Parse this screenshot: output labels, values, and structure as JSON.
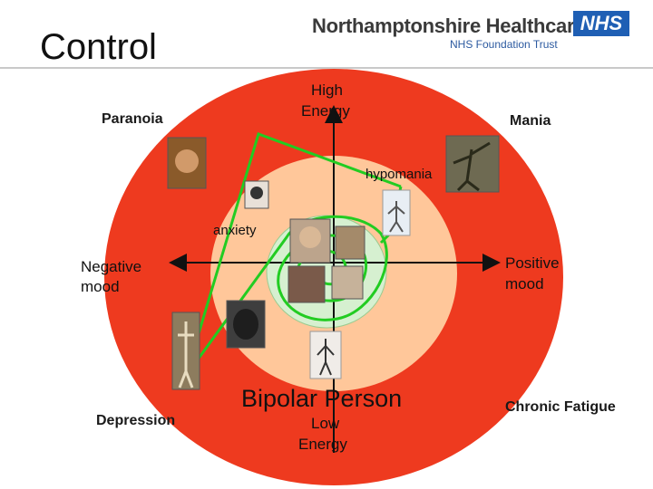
{
  "slide": {
    "title": "Control"
  },
  "header": {
    "org_name": "Northamptonshire Healthcare",
    "org_sub": "NHS Foundation Trust",
    "logo_text": "NHS"
  },
  "colors": {
    "outer_ring": "#ee3a1f",
    "middle_ring": "#ffc79a",
    "inner_circle": "#d6f0d0",
    "path": "#22cc22",
    "axis": "#111111"
  },
  "labels": {
    "high_energy_1": "High",
    "high_energy_2": "Energy",
    "low_energy_1": "Low",
    "low_energy_2": "Energy",
    "negative_1": "Negative",
    "negative_2": "mood",
    "positive_1": "Positive",
    "positive_2": "mood",
    "paranoia": "Paranoia",
    "mania": "Mania",
    "hypomania": "hypomania",
    "anxiety": "anxiety",
    "depression": "Depression",
    "chronic_fatigue": "Chronic Fatigue",
    "bipolar_person": "Bipolar Person"
  },
  "photos": [
    "screaming-person-photo",
    "dancing-figure-photo",
    "worried-face-photo",
    "jumping-person-photo",
    "thinking-man-photo",
    "hand-on-head-photo",
    "sleeping-person-photo",
    "resting-person-photo",
    "hunched-figure-photo",
    "skeleton-photo",
    "tired-person-photo"
  ]
}
